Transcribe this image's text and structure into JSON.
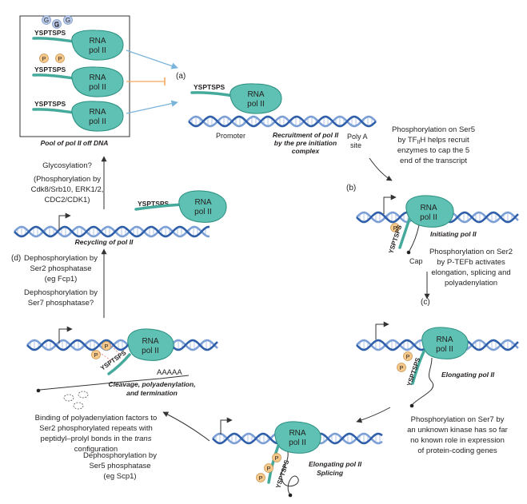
{
  "labels": {
    "pool_caption": "Pool of pol II off DNA",
    "pol_line1": "RNA",
    "pol_line2": "pol II",
    "tail_text": "YSPTSPS",
    "p_badge": "P",
    "g_badge": "G",
    "a": "(a)",
    "b": "(b)",
    "c": "(c)",
    "d": "(d)",
    "promoter": "Promoter",
    "polya_line1": "Poly A",
    "polya_line2": "site",
    "recruit_line1": "Recruitment of pol II",
    "recruit_line2": "by the pre initiation",
    "recruit_line3": "complex",
    "ser5_line1": "Phosphorylation on Ser5",
    "ser5_line2_pre": "by TF",
    "ser5_line2_sub": "II",
    "ser5_line2_post": "H helps recruit",
    "ser5_line3": "enzymes to cap the 5",
    "ser5_line4": "end of the transcript",
    "initiating": "Initiating pol II",
    "cap": "Cap",
    "ser2_line1": "Phosphorylation on Ser2",
    "ser2_line2": "by P-TEFb activates",
    "ser2_line3": "elongation, splicing and",
    "ser2_line4": "polyadenylation",
    "elongating": "Elongating pol II",
    "ser7_line1": "Phosphorylation on Ser7 by",
    "ser7_line2": "an unknown kinase has so far",
    "ser7_line3": "no known role in expression",
    "ser7_line4": "of protein-coding genes",
    "splicing_line1": "Elongating pol II",
    "splicing_line2": "Splicing",
    "deser5_line1": "Dephosphorylation by",
    "deser5_line2": "Ser5 phosphatase",
    "deser5_line3": "(eg Scp1)",
    "binding_line1": "Binding of polyadenylation factors to",
    "binding_line2": "Ser2 phosphorylated repeats with",
    "binding_line3_pre": "peptidyl–prolyl bonds in the ",
    "binding_line3_it": "trans",
    "binding_line4": "configuration",
    "cleavage_line1": "Cleavage, polyadenylation,",
    "cleavage_line2": "and termination",
    "polya_tail": "AAAAA",
    "deser2_line1": "Dephosphorylation by",
    "deser2_line2": "Ser2 phosphatase",
    "deser2_line3": "(eg Fcp1)",
    "deser7_line1": "Dephosphorylation by",
    "deser7_line2": "Ser7 phosphatase?",
    "recycling": "Recycling of pol II",
    "glyco": "Glycosylation?",
    "kin_line1": "(Phosphorylation by",
    "kin_line2": "Cdk8/Srb10, ERK1/2,",
    "kin_line3": "CDC2/CDK1)"
  },
  "colors": {
    "pol_fill": "#5fc1b3",
    "dna_dark": "#2f5fa8",
    "dna_light": "#7c9fd6",
    "phospho": "#f6c98b",
    "glyco": "#b9cbe8",
    "pool_arrow": "#7ab3db",
    "inhibit_bar": "#f2a65a"
  }
}
